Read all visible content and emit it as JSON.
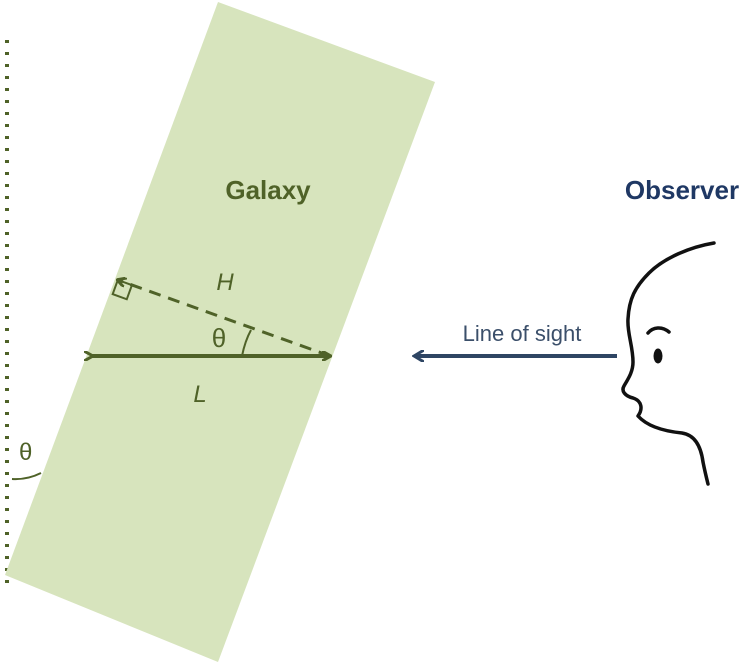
{
  "galaxy": {
    "label": "Galaxy"
  },
  "observer": {
    "label": "Observer"
  },
  "line_of_sight": {
    "label": "Line of sight"
  },
  "symbols": {
    "height": "H",
    "length": "L",
    "theta_inner": "θ",
    "theta_outer": "θ"
  },
  "colors": {
    "galaxy_fill": "#d7e4bd",
    "galaxy_text": "#4f6228",
    "arrow_green": "#4f6228",
    "observer_text": "#1f3864",
    "sight_arrow": "#2e4563",
    "line_of_sight_text": "#3b4f6a",
    "dotted_axis": "#4f6228",
    "face_ink": "#111111"
  }
}
